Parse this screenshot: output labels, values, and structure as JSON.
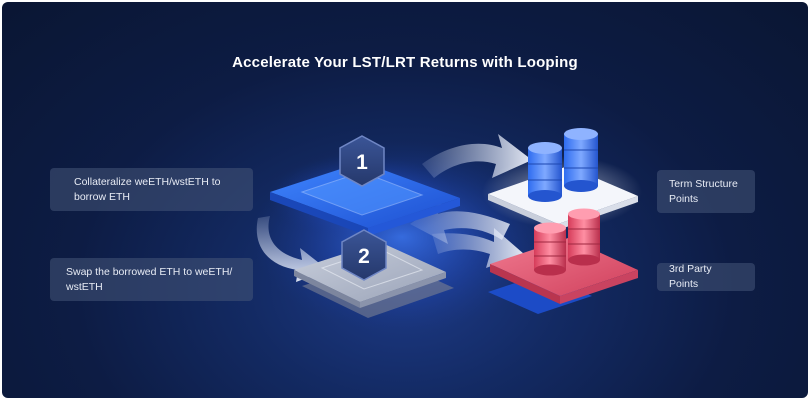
{
  "title": "Accelerate Your LST/LRT Returns with Looping",
  "steps": [
    {
      "number": "1",
      "label": "Collateralize weETH/wstETH to borrow ETH"
    },
    {
      "number": "2",
      "label": "Swap the borrowed ETH to weETH/ wstETH"
    }
  ],
  "outcomes": [
    {
      "label": "Term Structure Points"
    },
    {
      "label": "3rd Party Points"
    }
  ],
  "colors": {
    "background": "#0d1c44",
    "accent_blue": "#2f6cf0",
    "accent_red": "#e0506a",
    "platform_white": "#eef1f8"
  }
}
